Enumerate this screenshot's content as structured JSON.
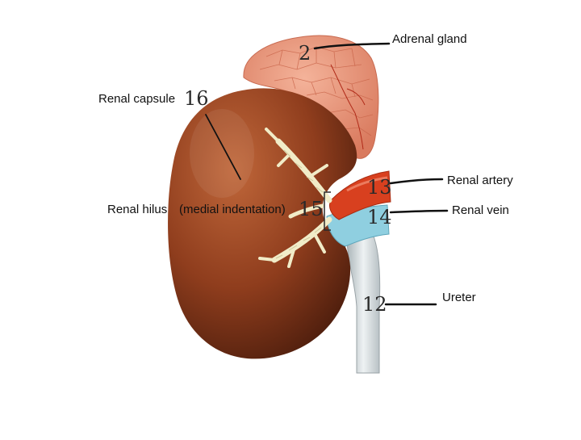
{
  "labels": {
    "adrenal_gland": "Adrenal gland",
    "renal_capsule": "Renal capsule",
    "renal_artery": "Renal artery",
    "renal_vein": "Renal vein",
    "renal_hilus": "Renal hilus",
    "renal_hilus_note": "(medial indentation)",
    "ureter": "Ureter"
  },
  "numbers": {
    "adrenal_gland": "2",
    "renal_capsule": "16",
    "renal_artery": "13",
    "renal_vein": "14",
    "renal_hilus": "15",
    "ureter": "12"
  },
  "colors": {
    "kidney": "#8a3a1c",
    "kidney_highlight": "#b85a30",
    "adrenal": "#e6957a",
    "artery": "#d8401f",
    "vein": "#8fcfe0",
    "ureter": "#cfd6d8",
    "vessel_branches": "#f1ecc8",
    "leader_line": "#111111"
  }
}
